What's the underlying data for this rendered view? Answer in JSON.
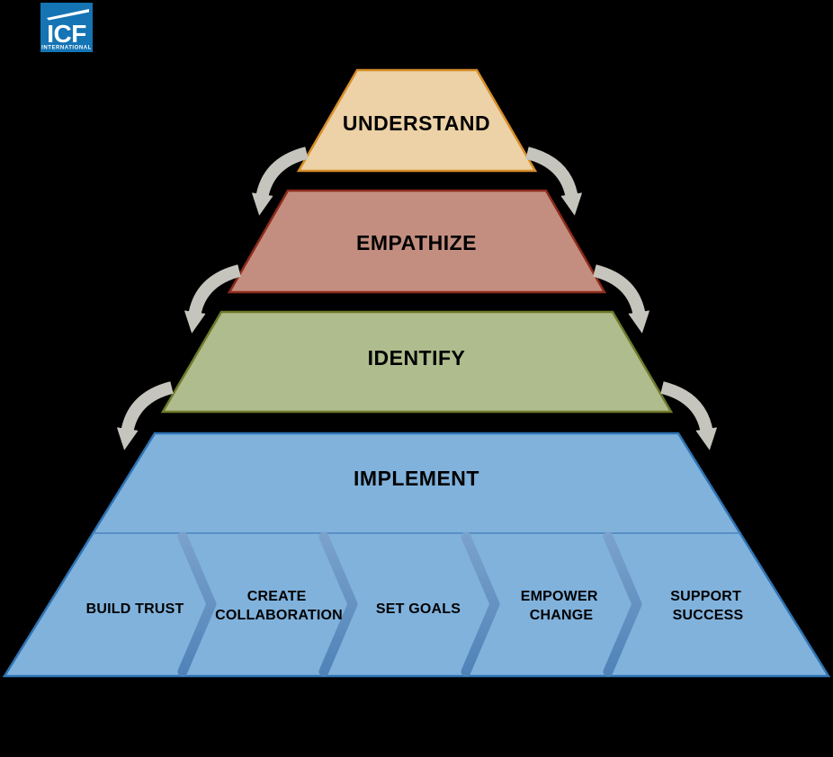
{
  "background_color": "#000000",
  "logo": {
    "brand": "ICF",
    "subtitle": "INTERNATIONAL",
    "bg_color": "#1474B4",
    "text_color": "#FFFFFF"
  },
  "pyramid": {
    "levels": [
      {
        "label": "UNDERSTAND",
        "fill": "#ECD2A6",
        "border": "#D78E29"
      },
      {
        "label": "EMPATHIZE",
        "fill": "#C38E80",
        "border": "#8E2B1B"
      },
      {
        "label": "IDENTIFY",
        "fill": "#AFBC8D",
        "border": "#6F7B2B"
      },
      {
        "label": "IMPLEMENT",
        "fill": "#80B2DC",
        "border": "#2E74B5"
      }
    ],
    "steps": [
      {
        "lines": [
          "BUILD TRUST",
          ""
        ]
      },
      {
        "lines": [
          "CREATE",
          "COLLABORATION"
        ]
      },
      {
        "lines": [
          "SET GOALS",
          ""
        ]
      },
      {
        "lines": [
          "EMPOWER",
          "CHANGE"
        ]
      },
      {
        "lines": [
          "SUPPORT",
          "SUCCESS"
        ]
      }
    ],
    "label_color": "#000000",
    "arrow_color": "#C6C5BD",
    "divider_color": "#4C84BB",
    "chevron_color_light": "#7BA2CC",
    "chevron_color_dark": "#4F82B8"
  }
}
